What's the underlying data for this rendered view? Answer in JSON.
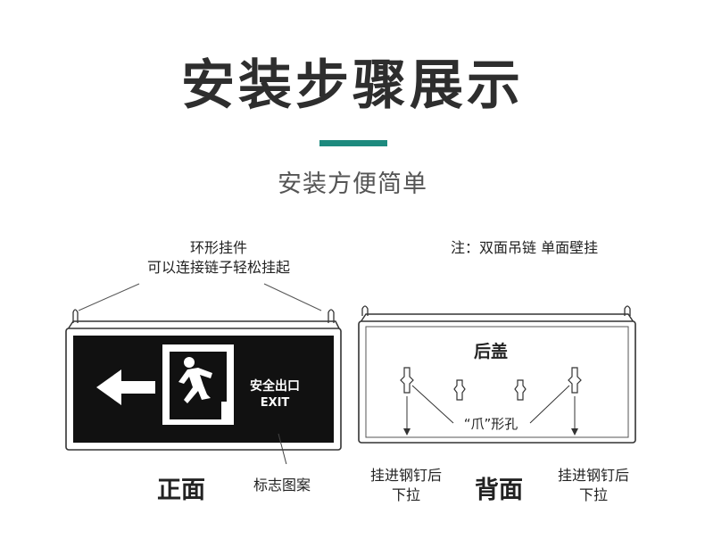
{
  "title": "安装步骤展示",
  "subtitle": "安装方便简单",
  "annotations": {
    "ring_hook_line1": "环形挂件",
    "ring_hook_line2": "可以连接链子轻松挂起",
    "note": "注：双面吊链 单面壁挂",
    "front_label": "正面",
    "sign_pattern": "标志图案",
    "back_label": "背面",
    "nail_left_line1": "挂进钢钉后",
    "nail_left_line2": "下拉",
    "nail_right_line1": "挂进钢钉后",
    "nail_right_line2": "下拉"
  },
  "sign": {
    "text_cn": "安全出口",
    "text_en": "EXIT"
  },
  "back_panel": {
    "cover": "后盖",
    "claw_hole": "“爪”形孔"
  },
  "colors": {
    "accent": "#1d8a7e",
    "sign_bg": "#111111"
  }
}
